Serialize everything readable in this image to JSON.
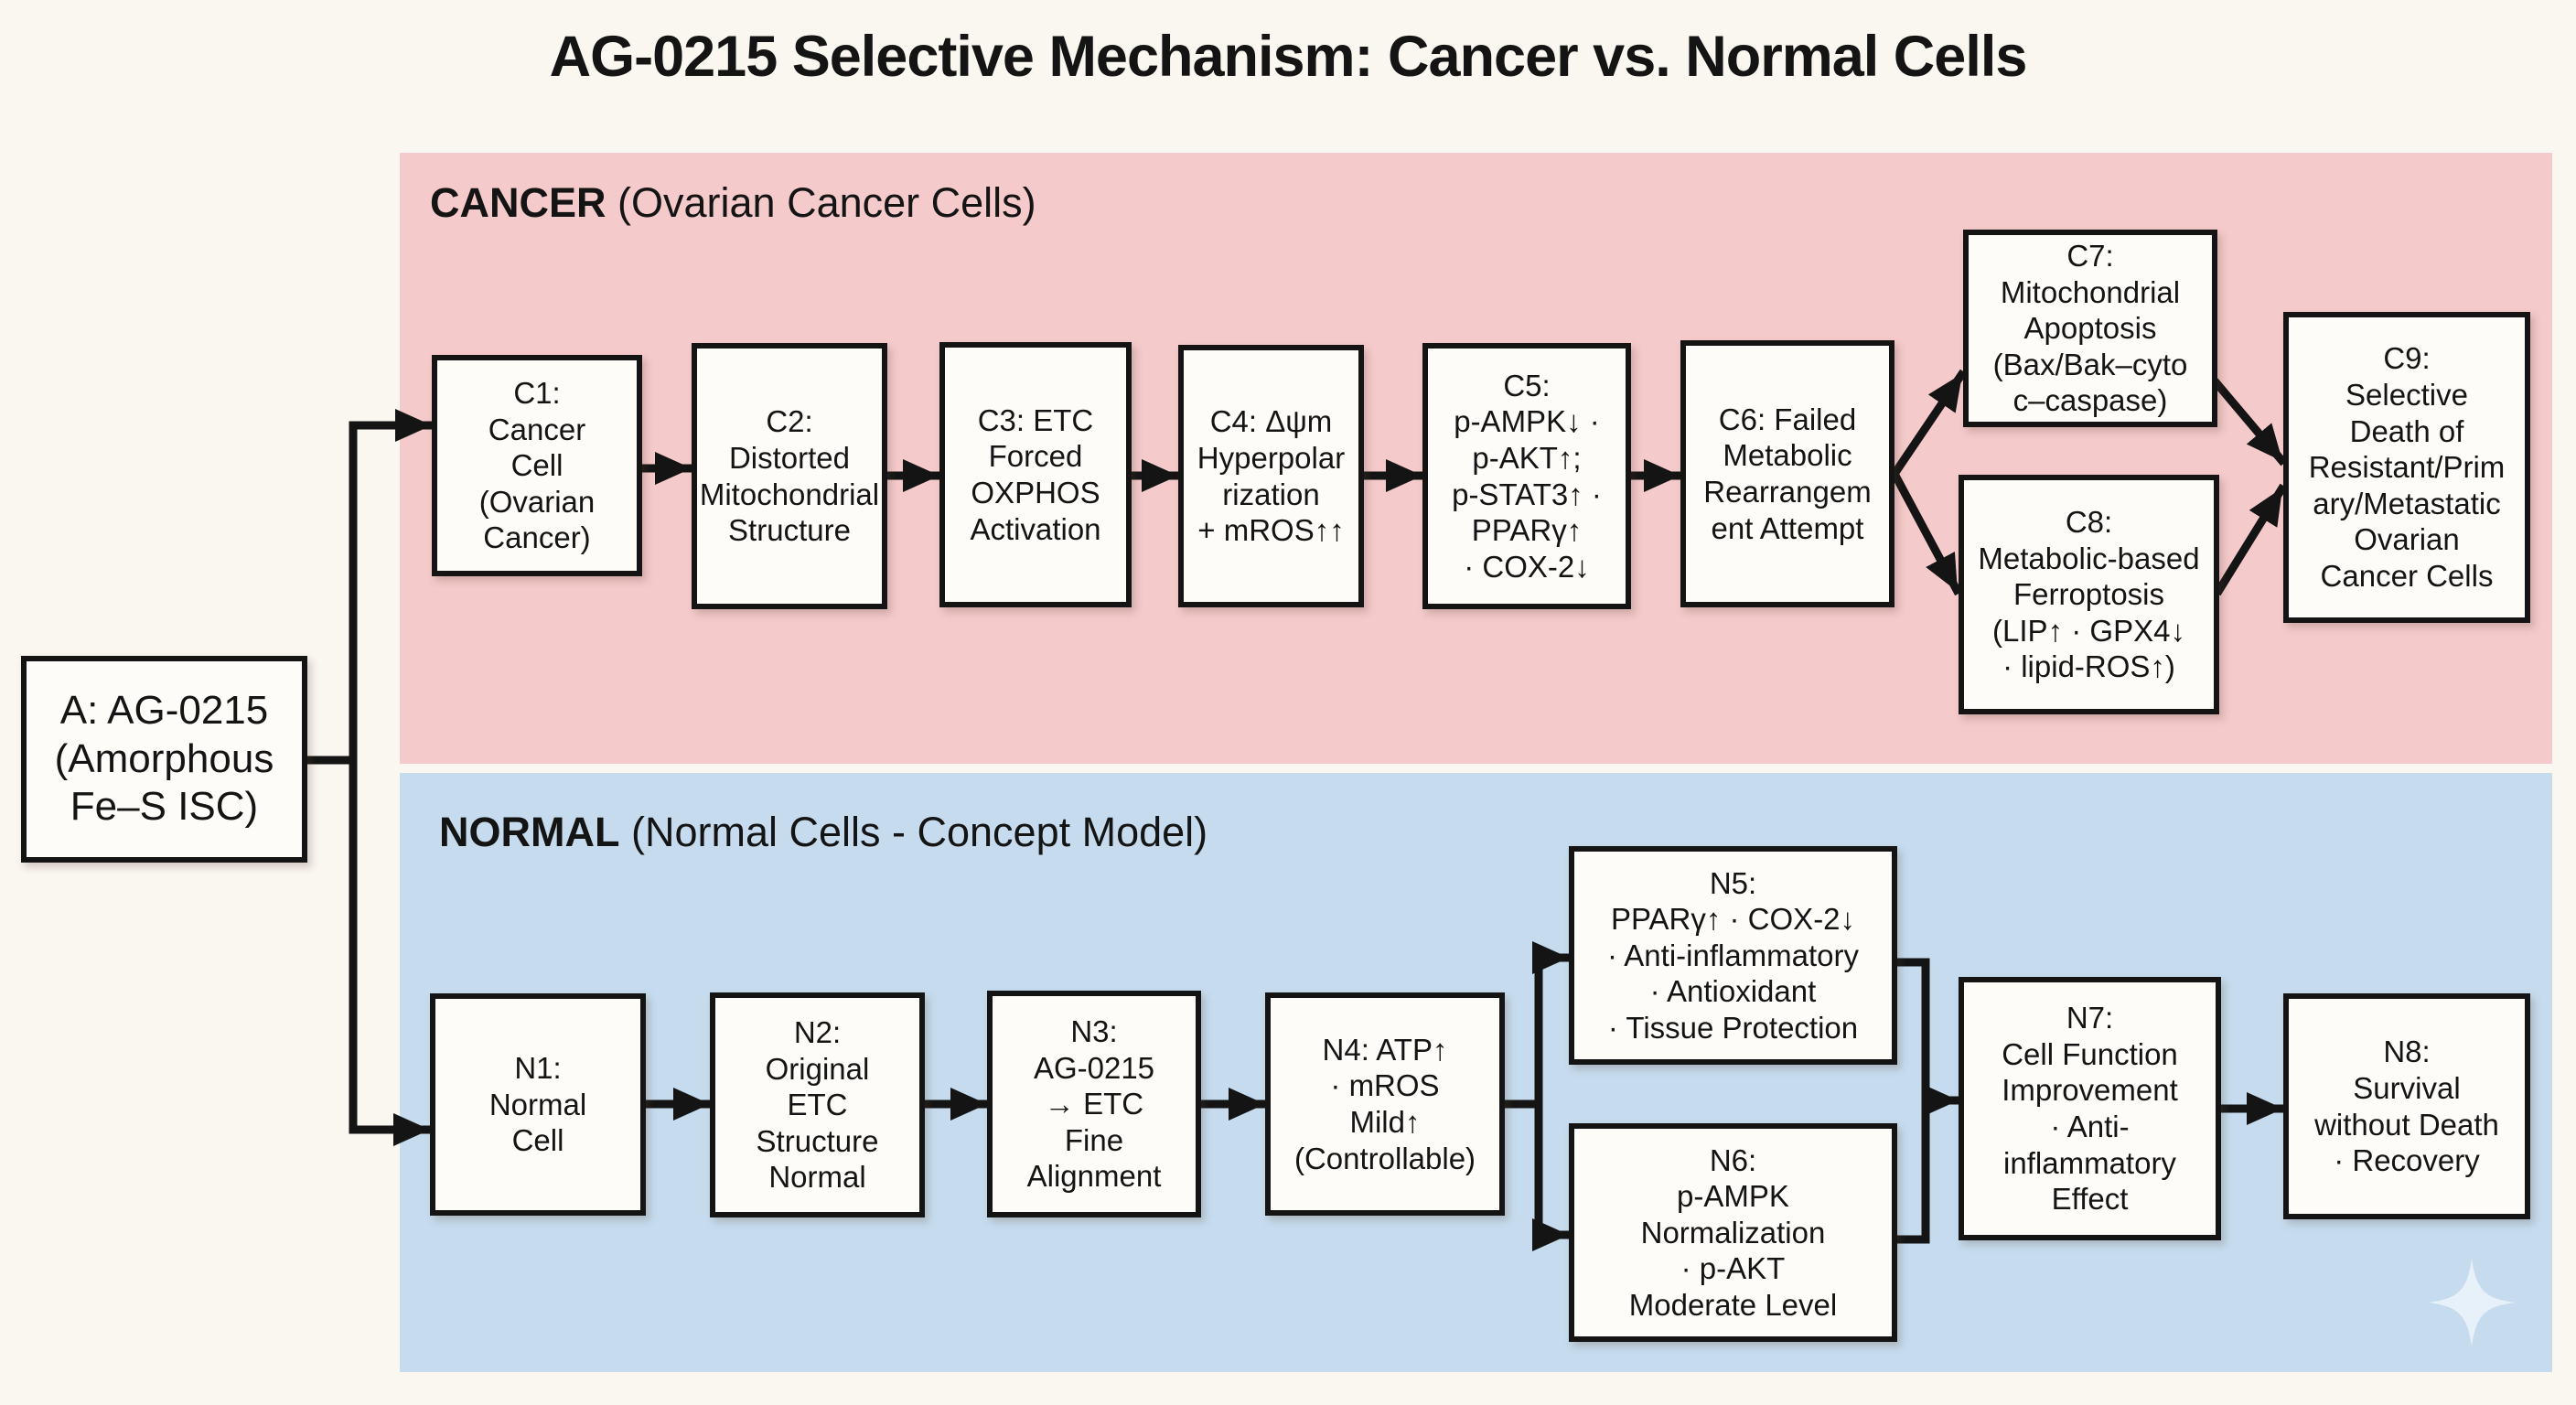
{
  "title": "AG-0215 Selective Mechanism: Cancer vs. Normal Cells",
  "sections": {
    "cancer": {
      "label": "CANCER",
      "sublabel": " (Ovarian Cancer Cells)"
    },
    "normal": {
      "label": "NORMAL",
      "sublabel": " (Normal Cells - Concept Model)"
    }
  },
  "nodes": {
    "a": "A: AG-0215\n(Amorphous\nFe–S ISC)",
    "c1": "C1:\nCancer\nCell\n(Ovarian\nCancer)",
    "c2": "C2:\nDistorted\nMitochondrial\nStructure",
    "c3": "C3: ETC\nForced\nOXPHOS\nActivation",
    "c4": "C4: Δψm\nHyperpolar\nrization\n+ mROS↑↑",
    "c5": "C5:\np-AMPK↓ ·\np-AKT↑;\np-STAT3↑ ·\nPPARγ↑\n· COX-2↓",
    "c6": "C6: Failed\nMetabolic\nRearrangem\nent Attempt",
    "c7": "C7:\nMitochondrial\nApoptosis\n(Bax/Bak–cyto\nc–caspase)",
    "c8": "C8:\nMetabolic-based\nFerroptosis\n(LIP↑ · GPX4↓\n· lipid-ROS↑)",
    "c9": "C9:\nSelective\nDeath of\nResistant/Prim\nary/Metastatic\nOvarian\nCancer Cells",
    "n1": "N1:\nNormal\nCell",
    "n2": "N2:\nOriginal\nETC\nStructure\nNormal",
    "n3": "N3:\nAG-0215\n→ ETC\nFine\nAlignment",
    "n4": "N4: ATP↑\n· mROS\nMild↑\n(Controllable)",
    "n5": "N5:\nPPARγ↑ · COX-2↓\n· Anti-inflammatory\n· Antioxidant\n· Tissue Protection",
    "n6": "N6:\np-AMPK\nNormalization\n· p-AKT\nModerate Level",
    "n7": "N7:\nCell Function\nImprovement\n· Anti-\ninflammatory\nEffect",
    "n8": "N8:\nSurvival\nwithout Death\n· Recovery"
  },
  "colors": {
    "page_bg": "#faf6f0",
    "cancer_bg": "#f5caca",
    "normal_bg": "#c6dcee",
    "box_bg": "#fdfcf8",
    "box_border": "#141414",
    "arrow": "#141414",
    "sparkle": "#e8f1f9"
  }
}
